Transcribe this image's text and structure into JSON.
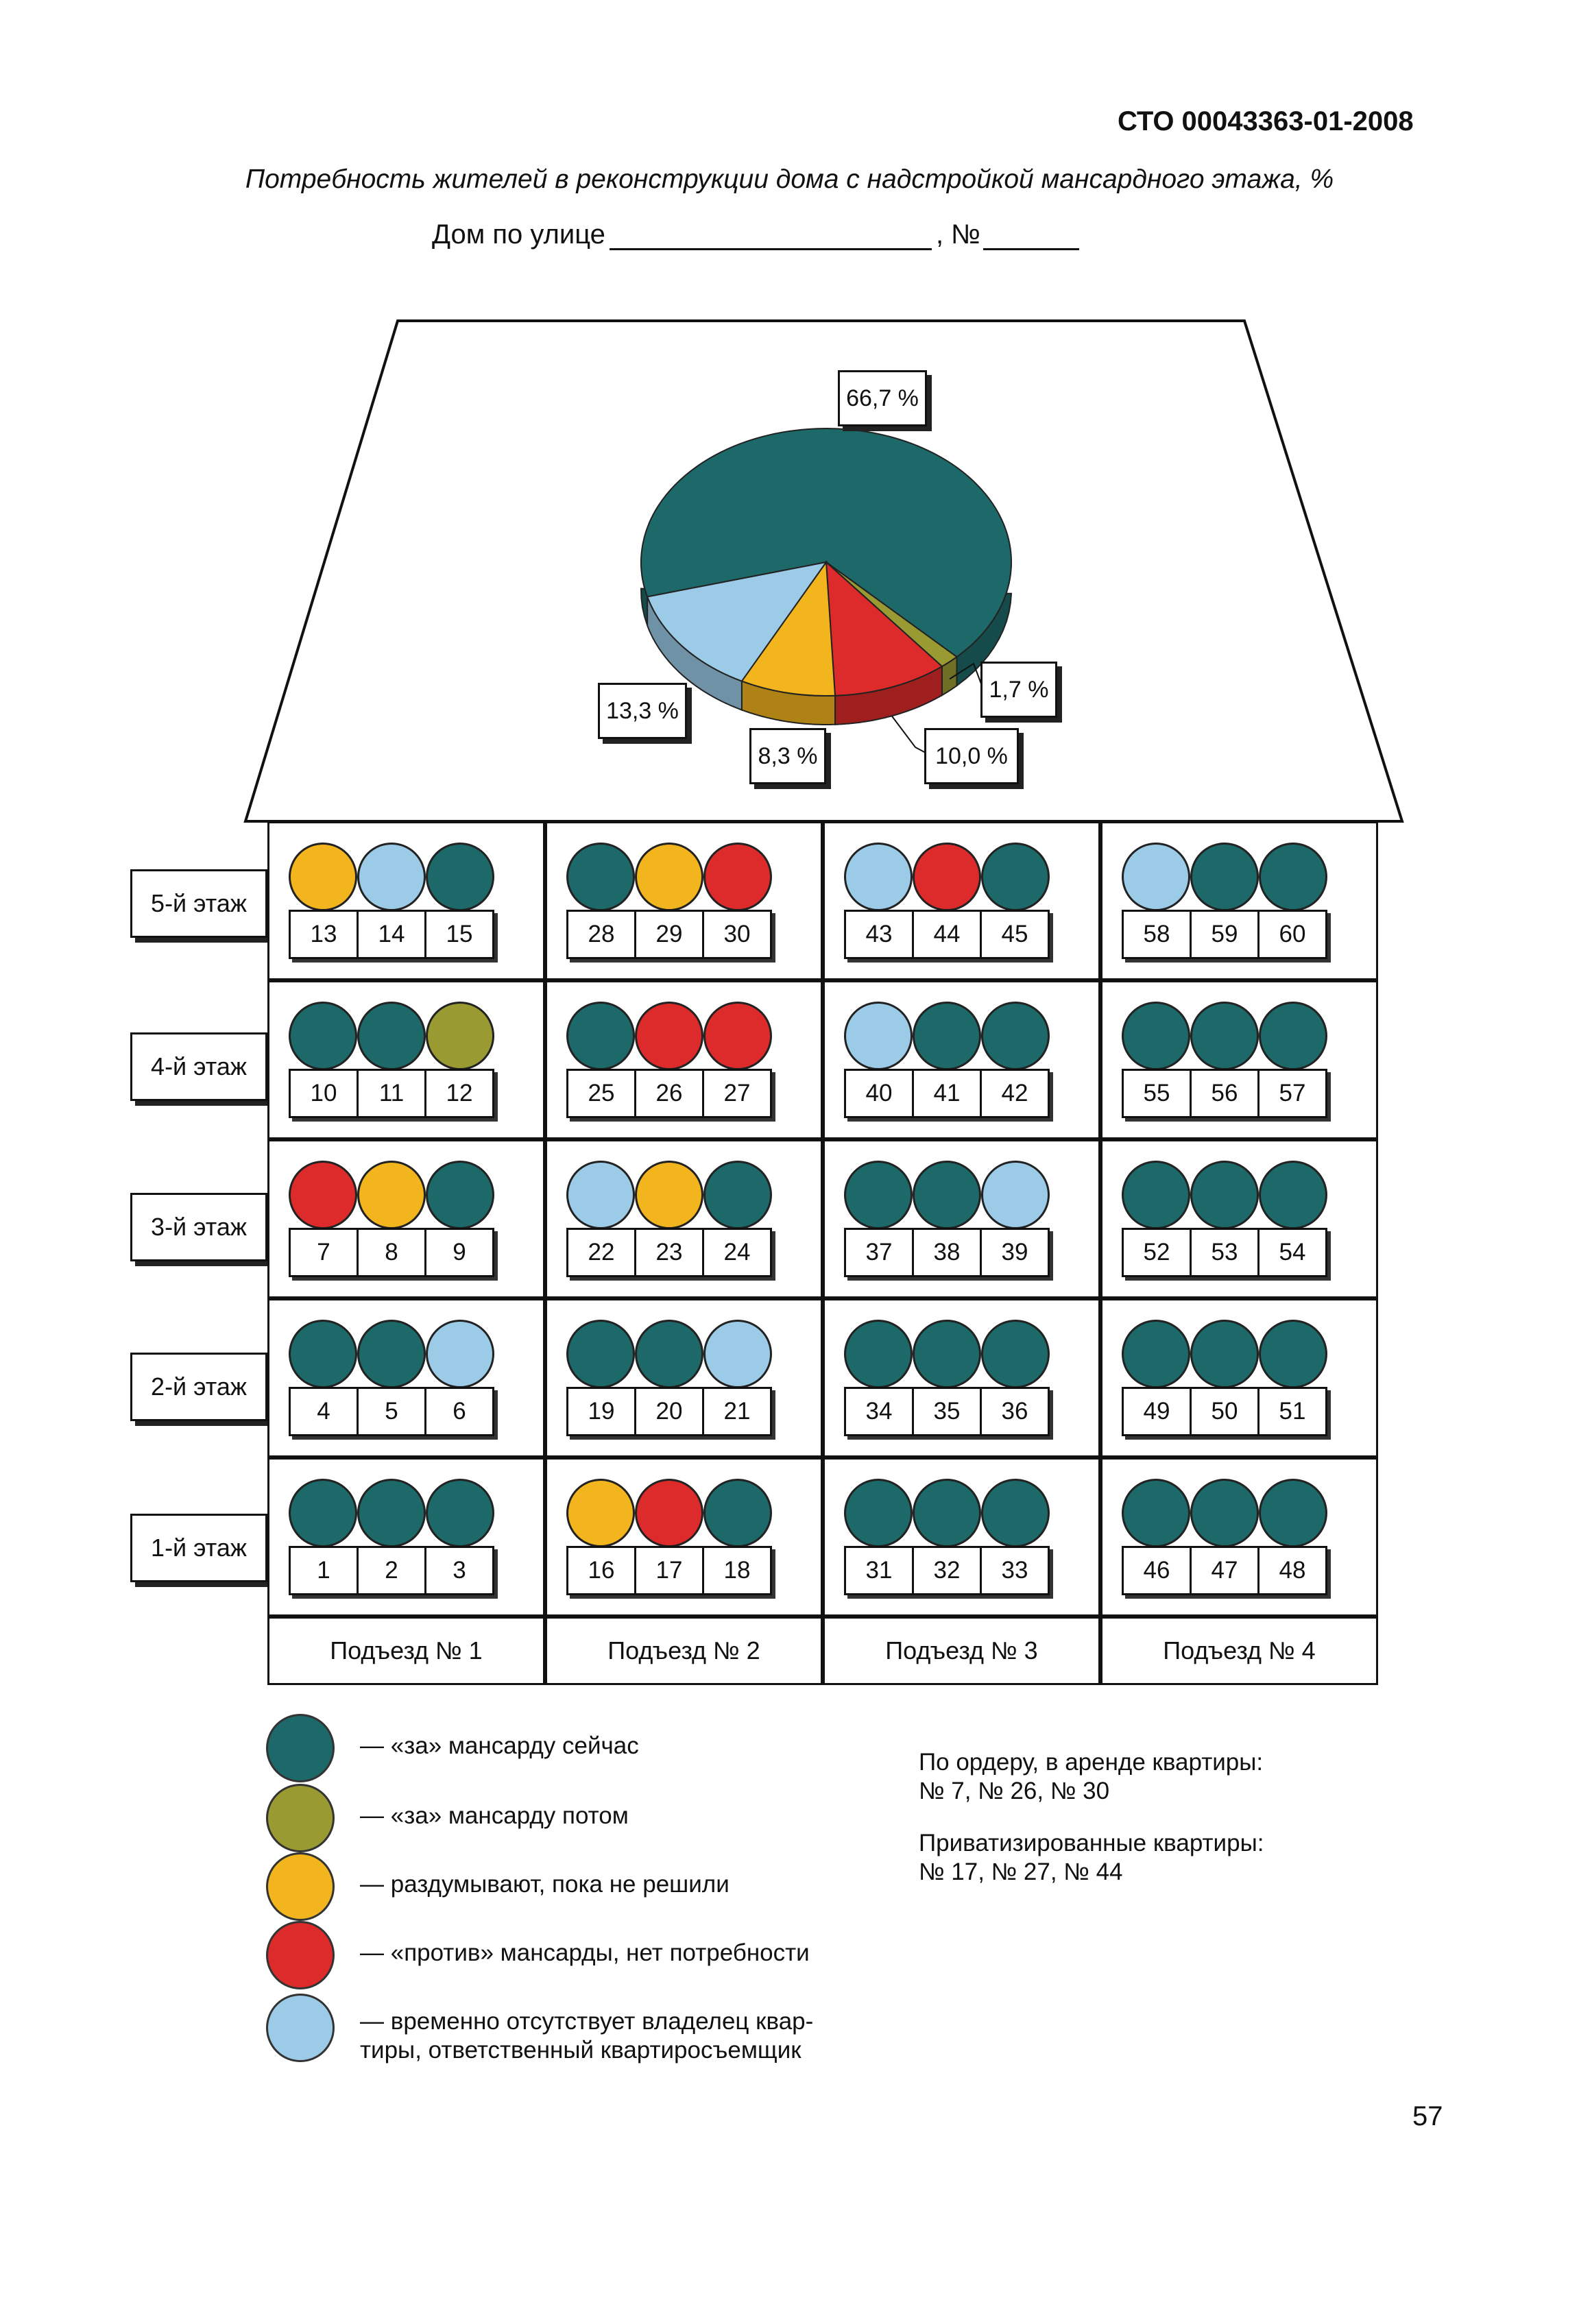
{
  "header": {
    "doc_code": "СТО 00043363-01-2008",
    "page_number": "57"
  },
  "title": "Потребность жителей в реконструкции дома с надстройкой мансардного этажа, %",
  "subtitle": {
    "prefix": "Дом по улице",
    "suffix": ", №"
  },
  "colors": {
    "za_now": "#1d6868",
    "za_later": "#9a9a33",
    "thinking": "#f2b51d",
    "against": "#dd2a2a",
    "absent": "#9ccbe8"
  },
  "chart_data": {
    "type": "pie",
    "slices": [
      {
        "key": "za_now",
        "label": "66,7 %",
        "value": 66.7
      },
      {
        "key": "za_later",
        "label": "1,7 %",
        "value": 1.7
      },
      {
        "key": "against",
        "label": "10,0 %",
        "value": 10.0
      },
      {
        "key": "thinking",
        "label": "8,3 %",
        "value": 8.3
      },
      {
        "key": "absent",
        "label": "13,3 %",
        "value": 13.3
      }
    ]
  },
  "floors": [
    "5-й этаж",
    "4-й этаж",
    "3-й этаж",
    "2-й этаж",
    "1-й этаж"
  ],
  "entrances": [
    "Подъезд № 1",
    "Подъезд № 2",
    "Подъезд № 3",
    "Подъезд № 4"
  ],
  "apartments": [
    [
      [
        {
          "n": "13",
          "s": "thinking"
        },
        {
          "n": "14",
          "s": "absent"
        },
        {
          "n": "15",
          "s": "za_now"
        }
      ],
      [
        {
          "n": "28",
          "s": "za_now"
        },
        {
          "n": "29",
          "s": "thinking"
        },
        {
          "n": "30",
          "s": "against"
        }
      ],
      [
        {
          "n": "43",
          "s": "absent"
        },
        {
          "n": "44",
          "s": "against"
        },
        {
          "n": "45",
          "s": "za_now"
        }
      ],
      [
        {
          "n": "58",
          "s": "absent"
        },
        {
          "n": "59",
          "s": "za_now"
        },
        {
          "n": "60",
          "s": "za_now"
        }
      ]
    ],
    [
      [
        {
          "n": "10",
          "s": "za_now"
        },
        {
          "n": "11",
          "s": "za_now"
        },
        {
          "n": "12",
          "s": "za_later"
        }
      ],
      [
        {
          "n": "25",
          "s": "za_now"
        },
        {
          "n": "26",
          "s": "against"
        },
        {
          "n": "27",
          "s": "against"
        }
      ],
      [
        {
          "n": "40",
          "s": "absent"
        },
        {
          "n": "41",
          "s": "za_now"
        },
        {
          "n": "42",
          "s": "za_now"
        }
      ],
      [
        {
          "n": "55",
          "s": "za_now"
        },
        {
          "n": "56",
          "s": "za_now"
        },
        {
          "n": "57",
          "s": "za_now"
        }
      ]
    ],
    [
      [
        {
          "n": "7",
          "s": "against"
        },
        {
          "n": "8",
          "s": "thinking"
        },
        {
          "n": "9",
          "s": "za_now"
        }
      ],
      [
        {
          "n": "22",
          "s": "absent"
        },
        {
          "n": "23",
          "s": "thinking"
        },
        {
          "n": "24",
          "s": "za_now"
        }
      ],
      [
        {
          "n": "37",
          "s": "za_now"
        },
        {
          "n": "38",
          "s": "za_now"
        },
        {
          "n": "39",
          "s": "absent"
        }
      ],
      [
        {
          "n": "52",
          "s": "za_now"
        },
        {
          "n": "53",
          "s": "za_now"
        },
        {
          "n": "54",
          "s": "za_now"
        }
      ]
    ],
    [
      [
        {
          "n": "4",
          "s": "za_now"
        },
        {
          "n": "5",
          "s": "za_now"
        },
        {
          "n": "6",
          "s": "absent"
        }
      ],
      [
        {
          "n": "19",
          "s": "za_now"
        },
        {
          "n": "20",
          "s": "za_now"
        },
        {
          "n": "21",
          "s": "absent"
        }
      ],
      [
        {
          "n": "34",
          "s": "za_now"
        },
        {
          "n": "35",
          "s": "za_now"
        },
        {
          "n": "36",
          "s": "za_now"
        }
      ],
      [
        {
          "n": "49",
          "s": "za_now"
        },
        {
          "n": "50",
          "s": "za_now"
        },
        {
          "n": "51",
          "s": "za_now"
        }
      ]
    ],
    [
      [
        {
          "n": "1",
          "s": "za_now"
        },
        {
          "n": "2",
          "s": "za_now"
        },
        {
          "n": "3",
          "s": "za_now"
        }
      ],
      [
        {
          "n": "16",
          "s": "thinking"
        },
        {
          "n": "17",
          "s": "against"
        },
        {
          "n": "18",
          "s": "za_now"
        }
      ],
      [
        {
          "n": "31",
          "s": "za_now"
        },
        {
          "n": "32",
          "s": "za_now"
        },
        {
          "n": "33",
          "s": "za_now"
        }
      ],
      [
        {
          "n": "46",
          "s": "za_now"
        },
        {
          "n": "47",
          "s": "za_now"
        },
        {
          "n": "48",
          "s": "za_now"
        }
      ]
    ]
  ],
  "legend": [
    {
      "key": "za_now",
      "text": "— «за» мансарду сейчас"
    },
    {
      "key": "za_later",
      "text": "— «за» мансарду потом"
    },
    {
      "key": "thinking",
      "text": "— раздумывают, пока не решили"
    },
    {
      "key": "against",
      "text": "— «против» мансарды, нет потребности"
    },
    {
      "key": "absent",
      "text": "— временно отсутствует владелец квар-\nтиры, ответственный квартиросъемщик"
    }
  ],
  "notes": {
    "rent_title": "По ордеру, в аренде квартиры:",
    "rent_list": "№ 7, № 26, № 30",
    "priv_title": "Приватизированные квартиры:",
    "priv_list": "№ 17, № 27, № 44"
  }
}
